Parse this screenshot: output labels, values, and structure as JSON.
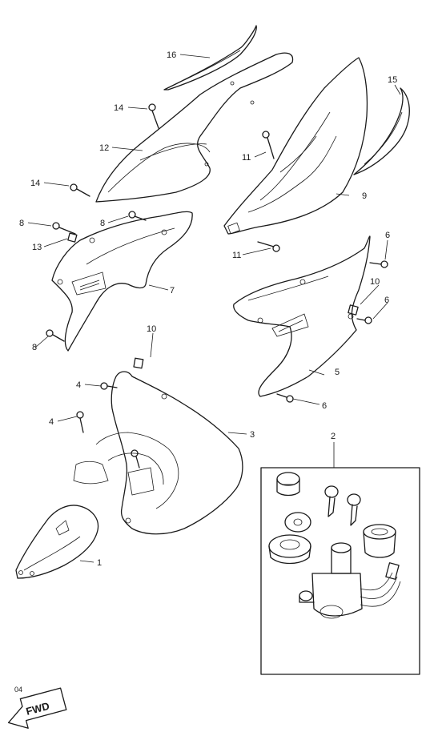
{
  "diagram": {
    "callouts": [
      {
        "id": "c16",
        "label": "16"
      },
      {
        "id": "c15",
        "label": "15"
      },
      {
        "id": "c14a",
        "label": "14"
      },
      {
        "id": "c12",
        "label": "12"
      },
      {
        "id": "c11a",
        "label": "11"
      },
      {
        "id": "c14b",
        "label": "14"
      },
      {
        "id": "c9",
        "label": "9"
      },
      {
        "id": "c8a",
        "label": "8"
      },
      {
        "id": "c8b",
        "label": "8"
      },
      {
        "id": "c13",
        "label": "13"
      },
      {
        "id": "c11b",
        "label": "11"
      },
      {
        "id": "c6a",
        "label": "6"
      },
      {
        "id": "c7",
        "label": "7"
      },
      {
        "id": "c10a",
        "label": "10"
      },
      {
        "id": "c6b",
        "label": "6"
      },
      {
        "id": "c8c",
        "label": "8"
      },
      {
        "id": "c10b",
        "label": "10"
      },
      {
        "id": "c5",
        "label": "5"
      },
      {
        "id": "c4a",
        "label": "4"
      },
      {
        "id": "c6c",
        "label": "6"
      },
      {
        "id": "c4b",
        "label": "4"
      },
      {
        "id": "c3",
        "label": "3"
      },
      {
        "id": "c2",
        "label": "2"
      },
      {
        "id": "c1",
        "label": "1"
      }
    ],
    "fwd_label": "FWD",
    "code_mark": "04"
  }
}
